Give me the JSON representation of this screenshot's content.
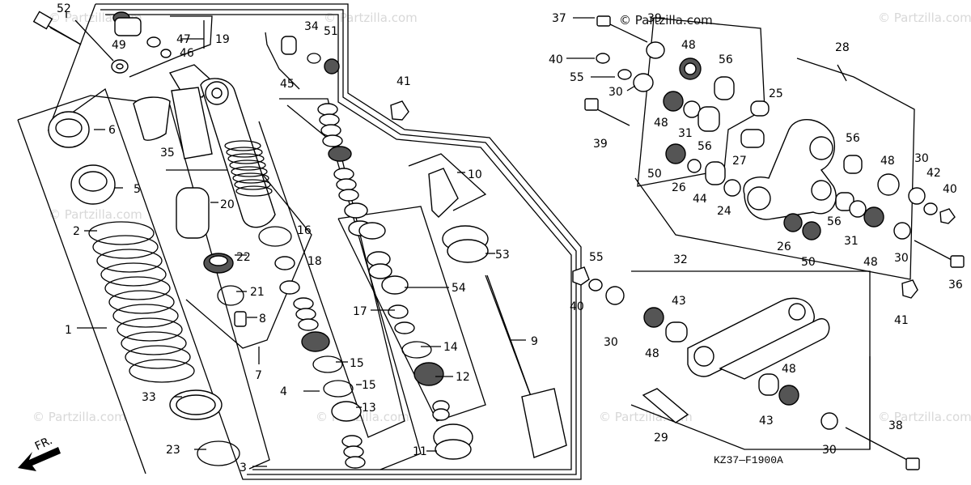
{
  "brand_watermark": "© Partzilla.com",
  "watermarks": [
    "© Partzilla.com",
    "© Partzilla.com",
    "© Partzilla.com",
    "© Partzilla.com",
    "© Partzilla.com",
    "© Partzilla.com",
    "© Partzilla.com",
    "© Partzilla.com"
  ],
  "diagram_code": "KZ37—F1900A",
  "front_label": "FR.",
  "callouts": [
    "52",
    "49",
    "47",
    "19",
    "46",
    "34",
    "51",
    "45",
    "41",
    "6",
    "35",
    "5",
    "20",
    "2",
    "16",
    "22",
    "18",
    "21",
    "8",
    "1",
    "7",
    "10",
    "53",
    "54",
    "17",
    "14",
    "9",
    "15",
    "15",
    "4",
    "13",
    "12",
    "33",
    "23",
    "3",
    "11",
    "37",
    "39",
    "48",
    "56",
    "40",
    "55",
    "30",
    "48",
    "31",
    "56",
    "25",
    "27",
    "28",
    "39",
    "50",
    "26",
    "44",
    "24",
    "56",
    "26",
    "50",
    "48",
    "56",
    "31",
    "48",
    "30",
    "42",
    "40",
    "30",
    "36",
    "55",
    "40",
    "32",
    "43",
    "30",
    "48",
    "41",
    "48",
    "43",
    "29",
    "38",
    "30"
  ],
  "colors": {
    "ink": "#000000",
    "watermark": "#d8d8d8",
    "fill_dark": "#555555"
  }
}
